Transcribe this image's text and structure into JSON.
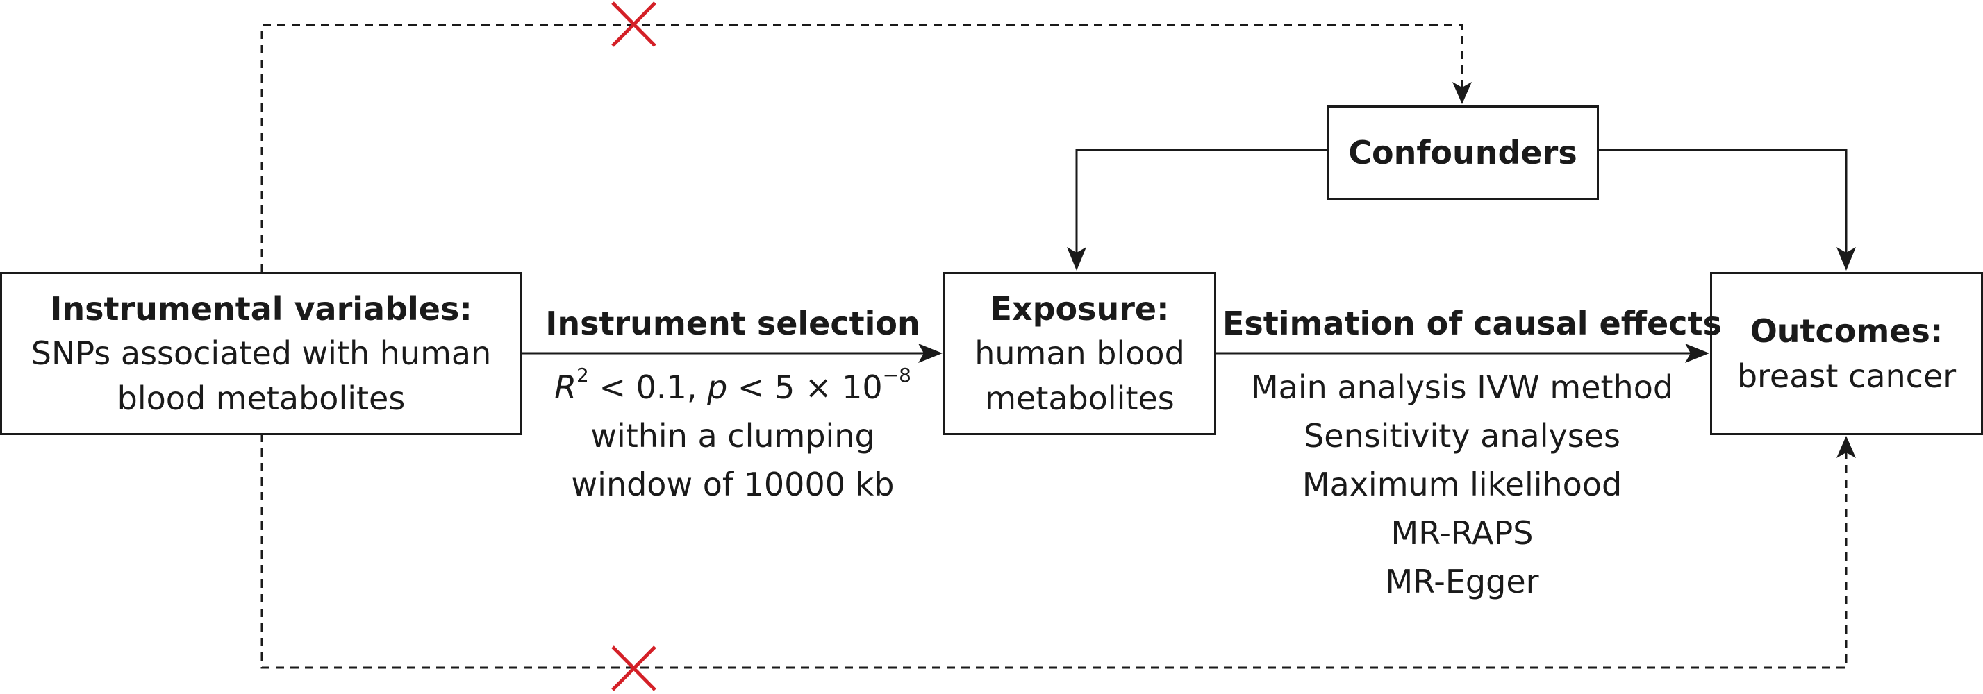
{
  "confounders": {
    "title": "Confounders"
  },
  "instruments": {
    "title": "Instrumental variables:",
    "lines": [
      "SNPs associated with human",
      "blood metabolites"
    ]
  },
  "exposure": {
    "title": "Exposure:",
    "lines": [
      "human blood",
      "metabolites"
    ]
  },
  "outcomes": {
    "title": "Outcomes:",
    "lines": [
      "breast cancer"
    ]
  },
  "instrument_selection": {
    "title": "Instrument selection",
    "criteria": {
      "r_symbol": "R",
      "r_exp": "2",
      "r_rest": " < 0.1, ",
      "p_symbol": "p",
      "p_rest": " < 5 × 10",
      "p_exp": "−8"
    },
    "lines": [
      "within a clumping",
      "window of 10000 kb"
    ]
  },
  "estimation": {
    "title": "Estimation of causal effects",
    "methods": [
      "Main analysis IVW method",
      "Sensitivity analyses",
      "Maximum likelihood",
      "MR-RAPS",
      "MR-Egger"
    ]
  },
  "colors": {
    "line": "#1a1a1a",
    "cross": "#d42027"
  },
  "icons": {
    "blocked_path_top": "cross-icon",
    "blocked_path_bottom": "cross-icon"
  }
}
